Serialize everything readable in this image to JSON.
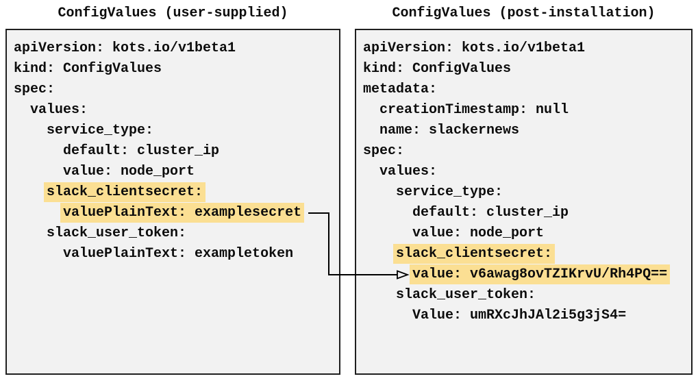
{
  "diagram": {
    "left_panel": {
      "title": "ConfigValues (user-supplied)",
      "lines": [
        {
          "indent": 0,
          "text": "apiVersion: kots.io/v1beta1",
          "highlight": false
        },
        {
          "indent": 0,
          "text": "kind: ConfigValues",
          "highlight": false
        },
        {
          "indent": 0,
          "text": "spec:",
          "highlight": false
        },
        {
          "indent": 2,
          "text": "values:",
          "highlight": false
        },
        {
          "indent": 4,
          "text": "service_type:",
          "highlight": false
        },
        {
          "indent": 6,
          "text": "default: cluster_ip",
          "highlight": false
        },
        {
          "indent": 6,
          "text": "value: node_port",
          "highlight": false
        },
        {
          "indent": 4,
          "text": "slack_clientsecret:",
          "highlight": true
        },
        {
          "indent": 6,
          "text": "valuePlainText: examplesecret",
          "highlight": true
        },
        {
          "indent": 4,
          "text": "slack_user_token:",
          "highlight": false
        },
        {
          "indent": 6,
          "text": "valuePlainText: exampletoken",
          "highlight": false
        }
      ]
    },
    "right_panel": {
      "title": "ConfigValues (post-installation)",
      "lines": [
        {
          "indent": 0,
          "text": "apiVersion: kots.io/v1beta1",
          "highlight": false
        },
        {
          "indent": 0,
          "text": "kind: ConfigValues",
          "highlight": false
        },
        {
          "indent": 0,
          "text": "metadata:",
          "highlight": false
        },
        {
          "indent": 2,
          "text": "creationTimestamp: null",
          "highlight": false
        },
        {
          "indent": 2,
          "text": "name: slackernews",
          "highlight": false
        },
        {
          "indent": 0,
          "text": "spec:",
          "highlight": false
        },
        {
          "indent": 2,
          "text": "values:",
          "highlight": false
        },
        {
          "indent": 4,
          "text": "service_type:",
          "highlight": false
        },
        {
          "indent": 6,
          "text": "default: cluster_ip",
          "highlight": false
        },
        {
          "indent": 6,
          "text": "value: node_port",
          "highlight": false
        },
        {
          "indent": 4,
          "text": "slack_clientsecret:",
          "highlight": true
        },
        {
          "indent": 6,
          "text": "value: v6awag8ovTZIKrvU/Rh4PQ==",
          "highlight": true
        },
        {
          "indent": 4,
          "text": "slack_user_token:",
          "highlight": false
        },
        {
          "indent": 6,
          "text": "Value: umRXcJhJAl2i5g3jS4=",
          "highlight": false
        }
      ]
    },
    "arrow": {
      "from_panel": "left",
      "from_line_index": 8,
      "to_panel": "right",
      "to_line_index": 11
    },
    "colors": {
      "highlight": "#fbdf93",
      "panel_background": "#f2f2f2",
      "panel_border": "#1f1f1f",
      "text": "#0d0d0d",
      "arrow": "#000000"
    }
  }
}
